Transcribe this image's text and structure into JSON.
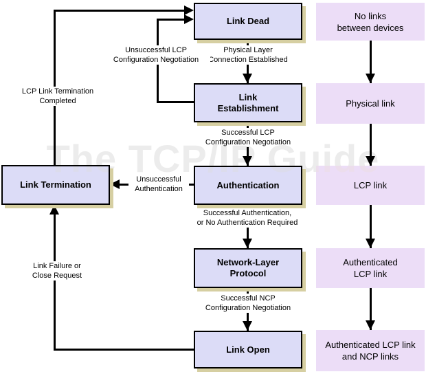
{
  "diagram": {
    "watermark": "The TCP/IP Guide",
    "colors": {
      "state_fill": "#dcdcf7",
      "state_border": "#000000",
      "state_shadow": "#d6cfa2",
      "status_fill": "#ecddf7",
      "line": "#000000",
      "watermark": "#ececec"
    },
    "states": {
      "link_dead": "Link Dead",
      "link_establishment": "Link\nEstablishment",
      "authentication": "Authentication",
      "network_layer_protocol": "Network-Layer\nProtocol",
      "link_open": "Link Open",
      "link_termination": "Link Termination"
    },
    "transitions": {
      "physical_layer": "Physical Layer\nConnection Established",
      "unsuccessful_lcp": "Unsuccessful LCP\nConfiguration Negotiation",
      "successful_lcp": "Successful LCP\nConfiguration Negotiation",
      "successful_auth": "Successful Authentication,\nor No Authentication Required",
      "successful_ncp": "Successful NCP\nConfiguration Negotiation",
      "lcp_termination": "LCP Link Termination\nCompleted",
      "unsuccessful_auth": "Unsuccessful\nAuthentication",
      "link_failure": "Link Failure or\nClose Request"
    },
    "statuses": {
      "no_links": "No links\nbetween devices",
      "physical_link": "Physical link",
      "lcp_link": "LCP link",
      "auth_lcp_link": "Authenticated\nLCP link",
      "auth_lcp_ncp": "Authenticated LCP link\nand NCP links"
    }
  }
}
